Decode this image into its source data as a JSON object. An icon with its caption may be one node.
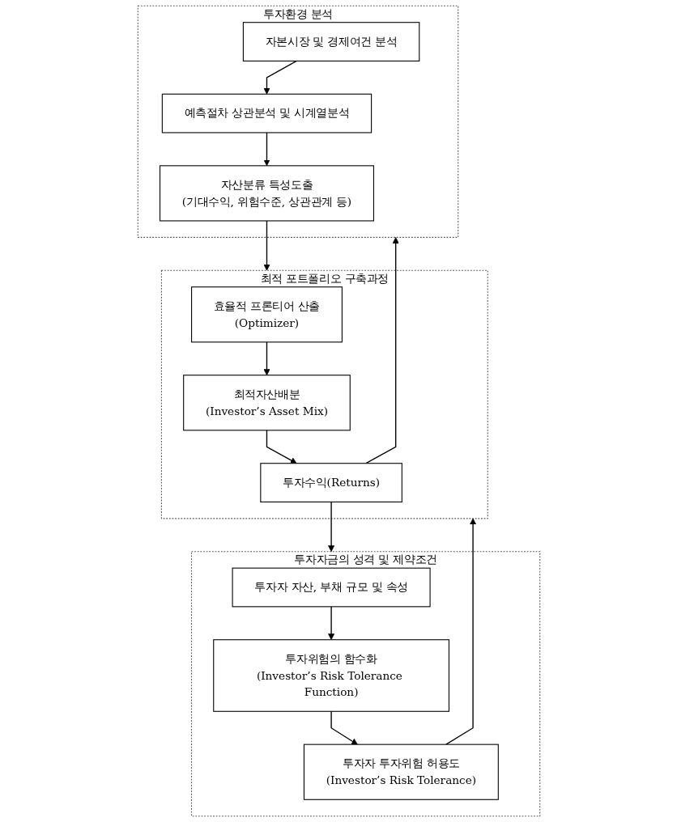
{
  "diagram": {
    "nodes": [
      {
        "text": [
          "투자환경 분석"
        ]
      },
      {
        "text": [
          "자본시장 및 경제여건 분석"
        ],
        "in": 0
      },
      {
        "text": [
          "예측절차 상관분석 및 시계열분석"
        ],
        "in": 0
      },
      {
        "text": [
          "자산분류 특성도출",
          "(기대수익, 위험수준, 상관관계 등)"
        ],
        "in": 0
      },
      {
        "text": [
          "투자자금의 성격 및 제약조건"
        ]
      },
      {
        "text": [
          "투자자 자산, 부채 규모 및 속성"
        ],
        "in": 4
      },
      {
        "text": [
          "투자위험의 함수화",
          "(Investor’s Risk Tolerance Function)"
        ],
        "in": 4
      },
      {
        "text": [
          "투자자 투자위험 허용도",
          "(Investor’s Risk Tolerance)"
        ],
        "in": 4
      },
      {
        "text": [
          "최적 포트폴리오 구축과정"
        ]
      },
      {
        "text": [
          "효율적 프론티어 산출",
          "(Optimizer)"
        ],
        "in": 8
      },
      {
        "text": [
          "최적자산배분",
          "(Investor’s Asset Mix)"
        ],
        "in": 8
      },
      {
        "text": [
          "투자수익(Returns)"
        ],
        "in": 8
      }
    ],
    "edges": [
      {
        "from": 1,
        "to": 2,
        "arrow": "to"
      },
      {
        "from": 2,
        "to": 3,
        "arrow": "to"
      },
      {
        "from": 5,
        "to": 6,
        "arrow": "to"
      },
      {
        "from": 6,
        "to": 7,
        "arrow": "to"
      },
      {
        "from": 3,
        "to": 8,
        "arrow": "to"
      },
      {
        "from": 7,
        "to": 8,
        "arrow": "to"
      },
      {
        "from": 9,
        "to": 10,
        "arrow": "to"
      },
      {
        "from": 10,
        "to": 11,
        "arrow": "to"
      },
      {
        "from": 11,
        "to": 0,
        "arrow": "to"
      },
      {
        "from": 11,
        "to": 4,
        "arrow": "to"
      }
    ]
  }
}
